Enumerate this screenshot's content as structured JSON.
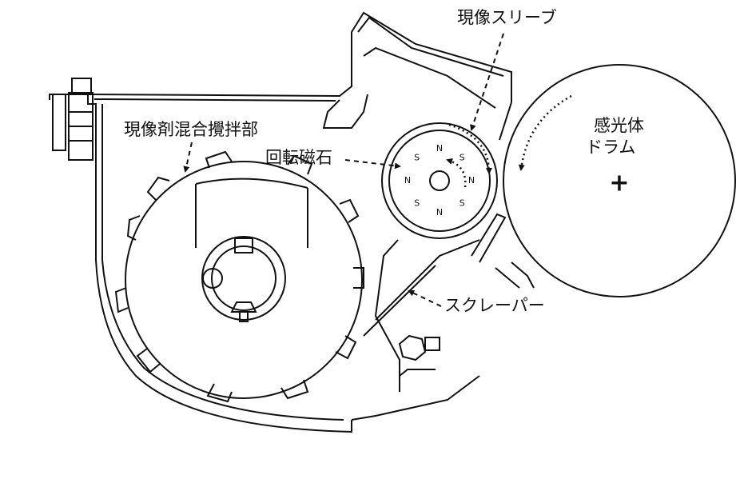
{
  "labels": {
    "developer_mixing": "現像剤混合攪拌部",
    "rotating_magnet": "回転磁石",
    "developing_sleeve": "現像スリーブ",
    "photoconductor_drum_line1": "感光体",
    "photoconductor_drum_line2": "ドラム",
    "scraper": "スクレーパー"
  },
  "magnet_poles": [
    "N",
    "S",
    "N",
    "S",
    "N",
    "S",
    "N",
    "S"
  ],
  "drum_center_mark": "+"
}
